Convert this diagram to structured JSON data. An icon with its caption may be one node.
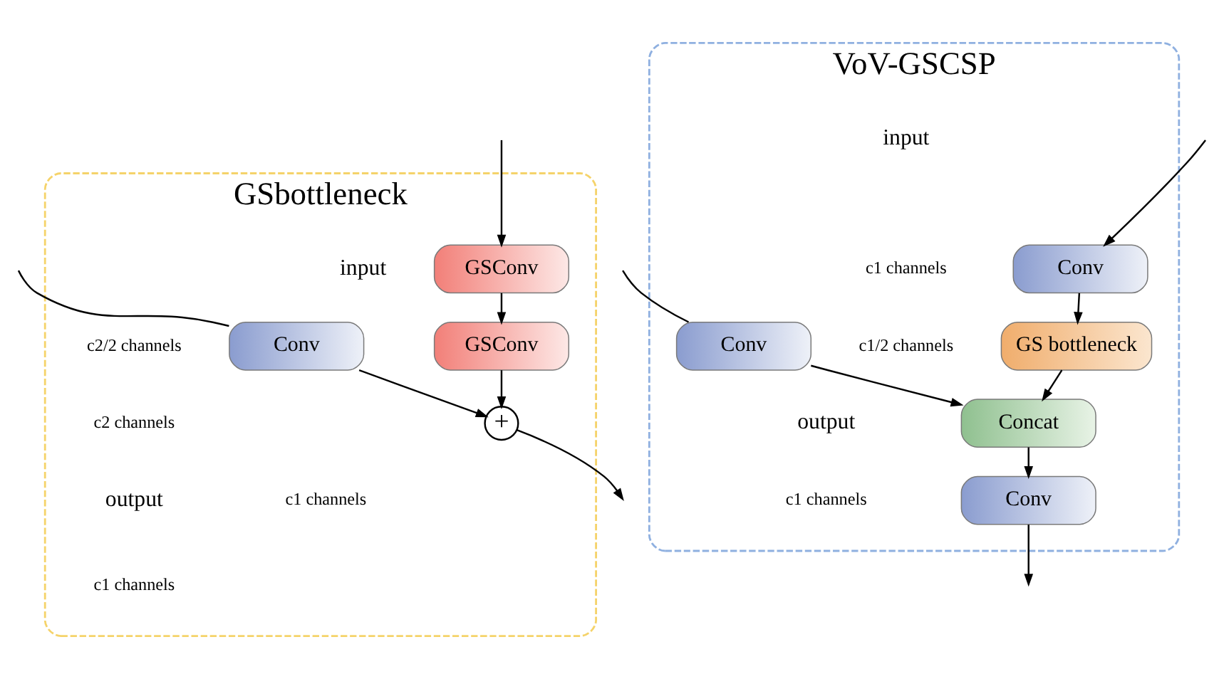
{
  "diagram": {
    "nodes": [
      {
        "text": [
          "GSbottleneck"
        ]
      },
      {
        "text": [
          "GSConv"
        ],
        "in": 0
      },
      {
        "text": [
          "Conv"
        ],
        "in": 0
      },
      {
        "text": [
          "GSConv"
        ],
        "in": 0
      },
      {
        "text": [
          "+"
        ],
        "in": 0
      },
      {
        "text": [
          "VoV-GSCSP"
        ]
      },
      {
        "text": [
          "Conv"
        ],
        "in": 5
      },
      {
        "text": [
          "Conv"
        ],
        "in": 5
      },
      {
        "text": [
          "GS bottleneck"
        ],
        "in": 5
      },
      {
        "text": [
          "Concat"
        ],
        "in": 5
      },
      {
        "text": [
          "Conv"
        ],
        "in": 5
      }
    ],
    "edges": [
      {
        "from": null,
        "to": 1,
        "arrow": "to"
      },
      {
        "from": null,
        "to": 2,
        "arrow": "none"
      },
      {
        "from": 1,
        "to": 3,
        "arrow": "to"
      },
      {
        "from": 3,
        "to": 4,
        "arrow": "to"
      },
      {
        "from": 2,
        "to": 4,
        "arrow": "to"
      },
      {
        "from": 4,
        "to": null,
        "arrow": "to"
      },
      {
        "from": null,
        "to": 6,
        "arrow": "to"
      },
      {
        "from": null,
        "to": 7,
        "arrow": "none"
      },
      {
        "from": 6,
        "to": 8,
        "arrow": "to"
      },
      {
        "from": 8,
        "to": 9,
        "arrow": "to"
      },
      {
        "from": 7,
        "to": 9,
        "arrow": "to"
      },
      {
        "from": 9,
        "to": 10,
        "arrow": "to"
      },
      {
        "from": 10,
        "to": null,
        "arrow": "to"
      }
    ],
    "labels": [
      "input",
      "c1 channels",
      "c2/2 channels",
      "c2 channels",
      "output",
      "c1 channels",
      "input",
      "c1 channels",
      "c1/2 channels",
      "output",
      "c1 channels"
    ]
  }
}
